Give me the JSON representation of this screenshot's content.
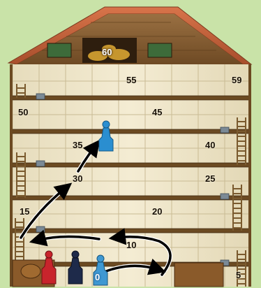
{
  "board": {
    "scores": [
      {
        "id": "60",
        "text": "60",
        "style": "white"
      },
      {
        "id": "55",
        "text": "55"
      },
      {
        "id": "59",
        "text": "59"
      },
      {
        "id": "50",
        "text": "50"
      },
      {
        "id": "45",
        "text": "45"
      },
      {
        "id": "35",
        "text": "35"
      },
      {
        "id": "40",
        "text": "40"
      },
      {
        "id": "30",
        "text": "30"
      },
      {
        "id": "25",
        "text": "25"
      },
      {
        "id": "15",
        "text": "15"
      },
      {
        "id": "20",
        "text": "20"
      },
      {
        "id": "10",
        "text": "10"
      },
      {
        "id": "0",
        "text": "0",
        "style": "blue"
      },
      {
        "id": "5",
        "text": "5"
      }
    ]
  },
  "pawns": [
    {
      "color": "blue",
      "hex": "#2a8ed0",
      "location": "35"
    },
    {
      "color": "red",
      "hex": "#c8242c",
      "location": "start"
    },
    {
      "color": "dark-blue",
      "hex": "#1e2a4a",
      "location": "start"
    },
    {
      "color": "light-blue",
      "hex": "#3f98d2",
      "location": "0"
    }
  ],
  "colors": {
    "background": "#c9e3a8",
    "wall": "#efe6c9",
    "beam": "#6b4a22",
    "roof": "#c1623a",
    "arrow": "#000000"
  }
}
